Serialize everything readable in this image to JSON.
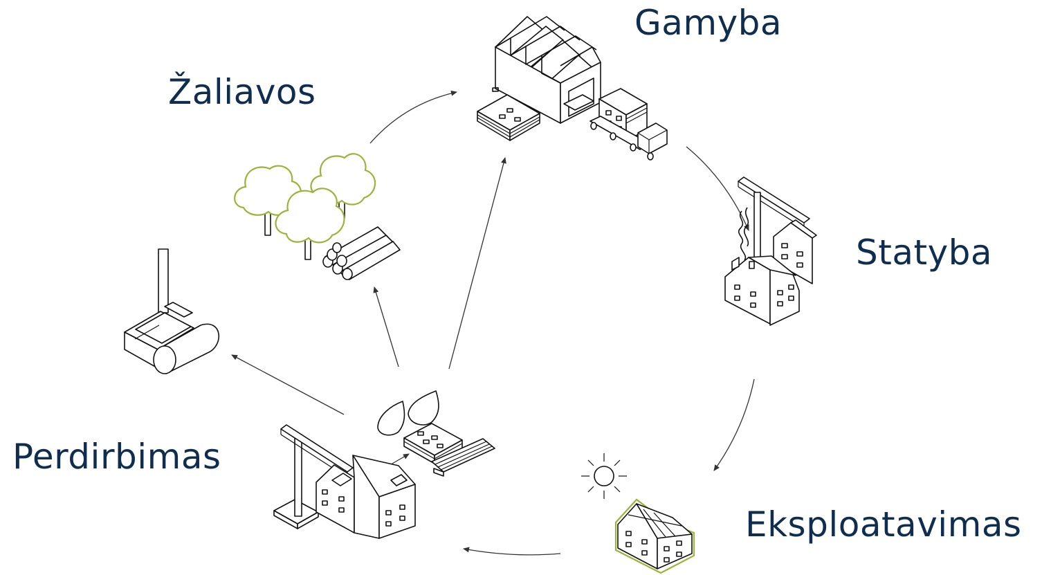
{
  "diagram": {
    "labels": {
      "gamyba": "Gamyba",
      "zaliavos": "Žaliavos",
      "statyba": "Statyba",
      "perdirbimas": "Perdirbimas",
      "eksploatavimas": "Eksploatavimas"
    },
    "colors": {
      "text": "#0f2d4e",
      "line": "#111111",
      "tree_accent": "#9ab43a"
    },
    "icons": {
      "gamyba": "factory-with-truck-icon",
      "zaliavos": "trees-and-logs-icon",
      "statyba": "crane-building-house-icon",
      "eksploatavimas": "solar-house-icon",
      "perdirbimas": "demolition-house-icon",
      "incinerator": "incinerator-plant-icon",
      "materials": "recovered-materials-icon"
    }
  }
}
